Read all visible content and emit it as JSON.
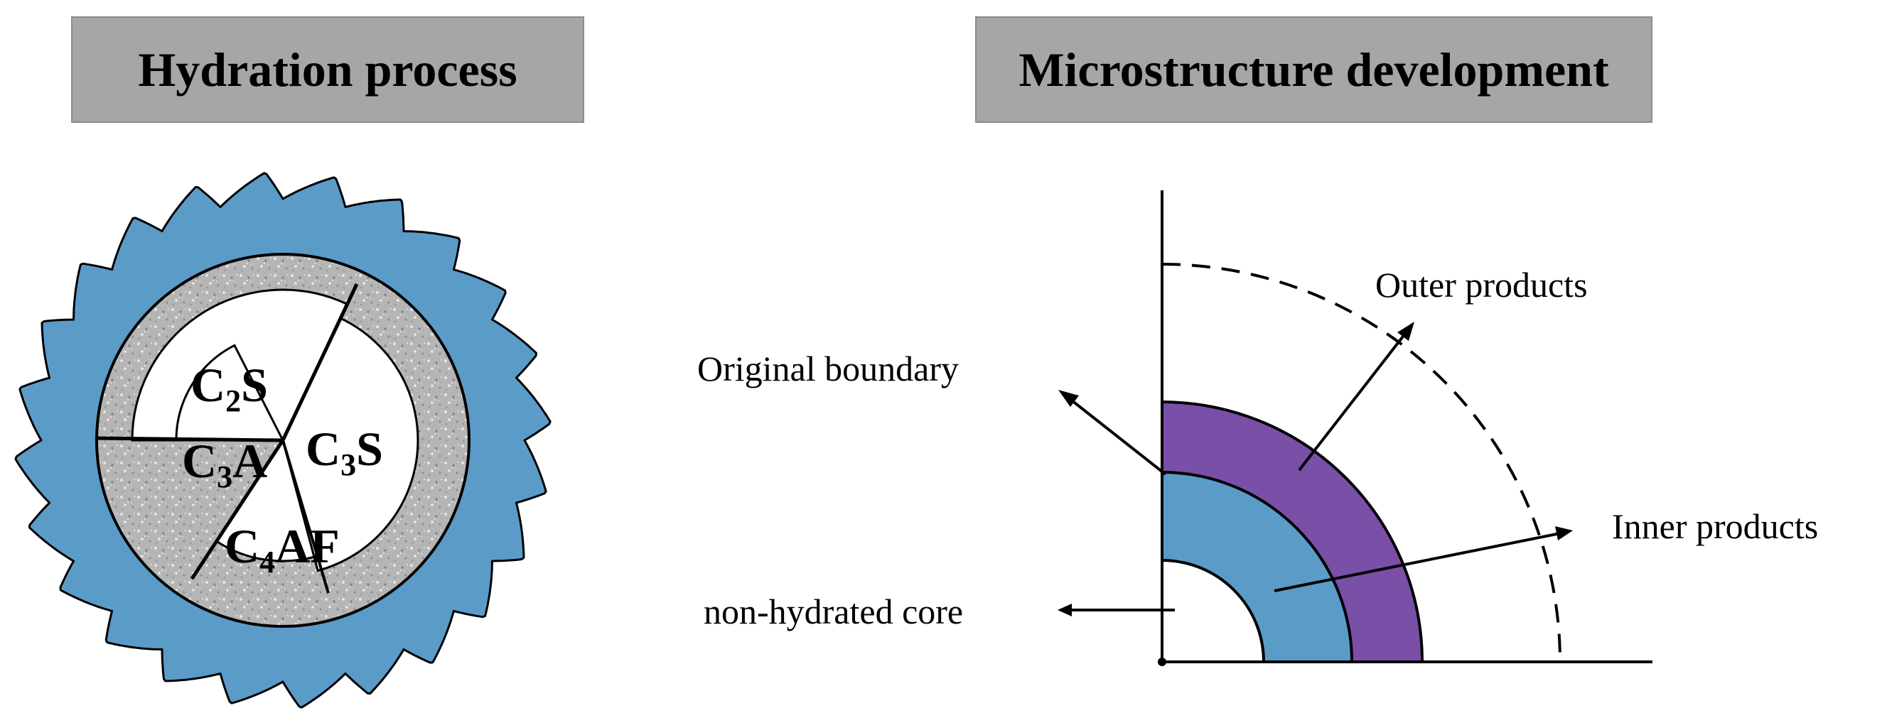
{
  "headers": {
    "left": "Hydration process",
    "right": "Microstructure development"
  },
  "phases": [
    {
      "base": "C",
      "sub": "2",
      "rest": "S"
    },
    {
      "base": "C",
      "sub": "3",
      "rest": "S"
    },
    {
      "base": "C",
      "sub": "3",
      "rest": "A"
    },
    {
      "base": "C",
      "sub": "4",
      "rest": "AF"
    }
  ],
  "labels": {
    "outer_products": "Outer products",
    "original_boundary": "Original boundary",
    "inner_products": "Inner products",
    "non_hydrated_core": "non-hydrated core"
  },
  "colors": {
    "hydrate_blue": "#5b9bc8",
    "outer_purple": "#7a4fa7",
    "banner_gray": "#a6a6a6",
    "speckle_gray": "#b5b5b5"
  }
}
